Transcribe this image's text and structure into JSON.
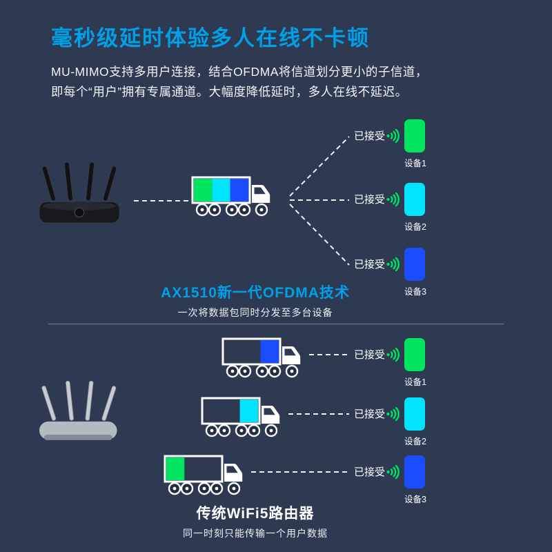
{
  "theme": {
    "background": "#2d3a52",
    "accent": "#00a0e9",
    "green": "#00e45f",
    "cyan": "#00e4ff",
    "blue": "#1c4cff",
    "text": "#ffffff"
  },
  "icons": {
    "signal": "wifi-signal-icon",
    "router_top": "wifi6-router-icon",
    "router_bottom": "wifi5-router-icon",
    "truck": "delivery-truck-icon"
  },
  "header": {
    "title": "毫秒级延时体验多人在线不卡顿",
    "description_line1": "MU-MIMO支持多用户连接，结合OFDMA将信道划分更小的子信道，",
    "description_line2": "即每个“用户”拥有专属通道。大幅度降低延时，多人在线不延迟。"
  },
  "ofdma_section": {
    "caption": "AX1510新一代OFDMA技术",
    "subcaption": "一次将数据包同时分发至多台设备",
    "truck_cargo_colors": [
      "#00e45f",
      "#00e4ff",
      "#1c4cff"
    ],
    "receivers": [
      {
        "status": "已接受",
        "device_label": "设备1",
        "device_color": "#00e45f"
      },
      {
        "status": "已接受",
        "device_label": "设备2",
        "device_color": "#00e4ff"
      },
      {
        "status": "已接受",
        "device_label": "设备3",
        "device_color": "#1c4cff"
      }
    ]
  },
  "wifi5_section": {
    "caption": "传统WiFi5路由器",
    "subcaption": "同一时刻只能传输一个用户数据",
    "trucks": [
      {
        "cargo_color": "#1c4cff"
      },
      {
        "cargo_color": "#00e4ff"
      },
      {
        "cargo_color": "#00e45f"
      }
    ],
    "receivers": [
      {
        "status": "已接受",
        "device_label": "设备1",
        "device_color": "#00e45f"
      },
      {
        "status": "已接受",
        "device_label": "设备2",
        "device_color": "#00e4ff"
      },
      {
        "status": "已接受",
        "device_label": "设备3",
        "device_color": "#1c4cff"
      }
    ]
  }
}
